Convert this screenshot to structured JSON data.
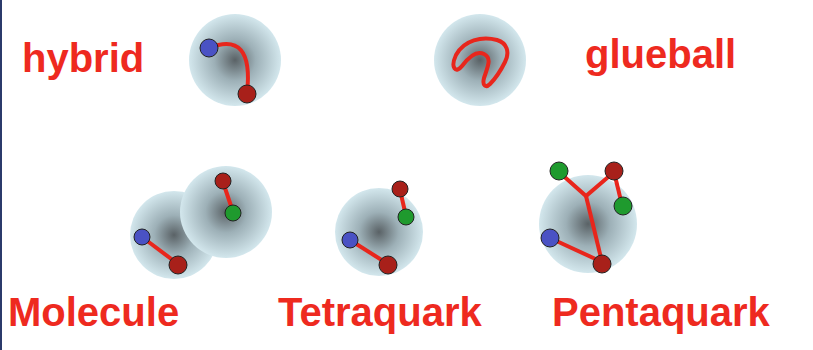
{
  "diagram": {
    "labels": [
      "hybrid",
      "glueball",
      "Molecule",
      "Tetraquark",
      "Pentaquark"
    ]
  }
}
